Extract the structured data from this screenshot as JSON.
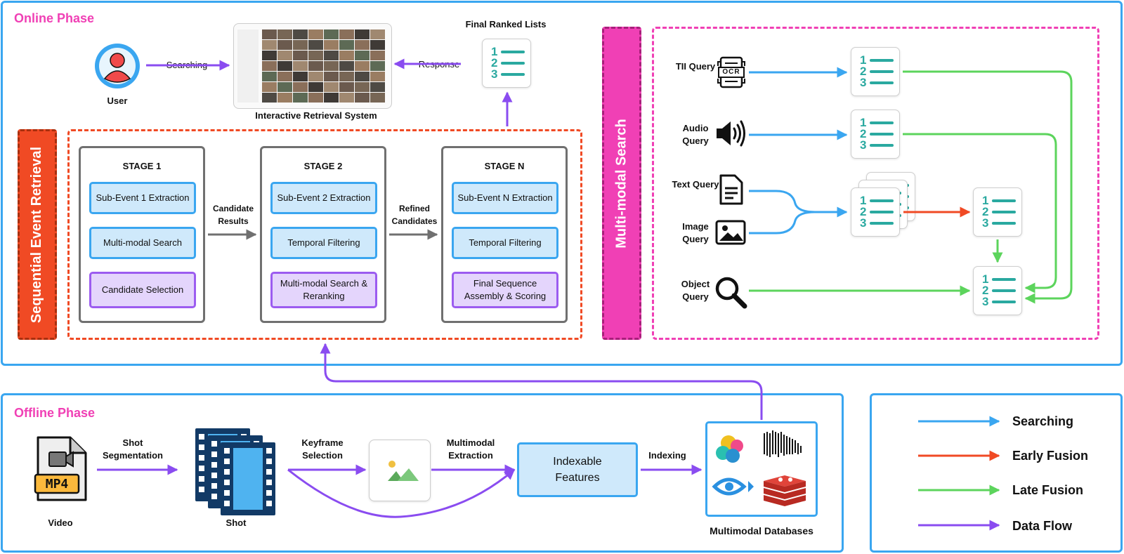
{
  "online": {
    "title": "Online Phase",
    "user_label": "User",
    "searching_label": "Searching",
    "system_label": "Interactive Retrieval System",
    "response_label": "Response",
    "final_lists_label": "Final Ranked Lists"
  },
  "sequential": {
    "title": "Sequential Event Retrieval",
    "stages": [
      {
        "title": "STAGE 1",
        "steps": [
          "Sub-Event 1 Extraction",
          "Multi-modal Search",
          "Candidate Selection"
        ]
      },
      {
        "title": "STAGE 2",
        "steps": [
          "Sub-Event 2 Extraction",
          "Temporal Filtering",
          "Multi-modal Search & Reranking"
        ]
      },
      {
        "title": "STAGE N",
        "steps": [
          "Sub-Event N Extraction",
          "Temporal Filtering",
          "Final Sequence Assembly & Scoring"
        ]
      }
    ],
    "arrow1_label": "Candidate Results",
    "arrow2_label": "Refined Candidates"
  },
  "multimodal": {
    "title": "Multi-modal Search",
    "queries": [
      {
        "label": "TII Query",
        "icon": "ocr-icon"
      },
      {
        "label": "Audio Query",
        "icon": "speaker-icon"
      },
      {
        "label": "Text Query",
        "icon": "document-icon"
      },
      {
        "label": "Image Query",
        "icon": "image-icon"
      },
      {
        "label": "Object Query",
        "icon": "magnifier-icon"
      }
    ]
  },
  "offline": {
    "title": "Offline Phase",
    "video_label": "Video",
    "mp4_label": "MP4",
    "shot_seg_label": "Shot Segmentation",
    "shot_label": "Shot",
    "keyframe_label": "Keyframe Selection",
    "extraction_label": "Multimodal Extraction",
    "features_label": "Indexable Features",
    "indexing_label": "Indexing",
    "db_label": "Multimodal Databases"
  },
  "legend": {
    "items": [
      {
        "label": "Searching",
        "color": "#3aa6f0"
      },
      {
        "label": "Early Fusion",
        "color": "#f04a24"
      },
      {
        "label": "Late Fusion",
        "color": "#5cd45c"
      },
      {
        "label": "Data Flow",
        "color": "#8a4cf0"
      }
    ]
  },
  "colors": {
    "blue": "#3aa6f0",
    "red": "#f04a24",
    "green": "#5cd45c",
    "purple": "#8a4cf0",
    "pink": "#f040b5",
    "teal": "#2aa9a0"
  }
}
